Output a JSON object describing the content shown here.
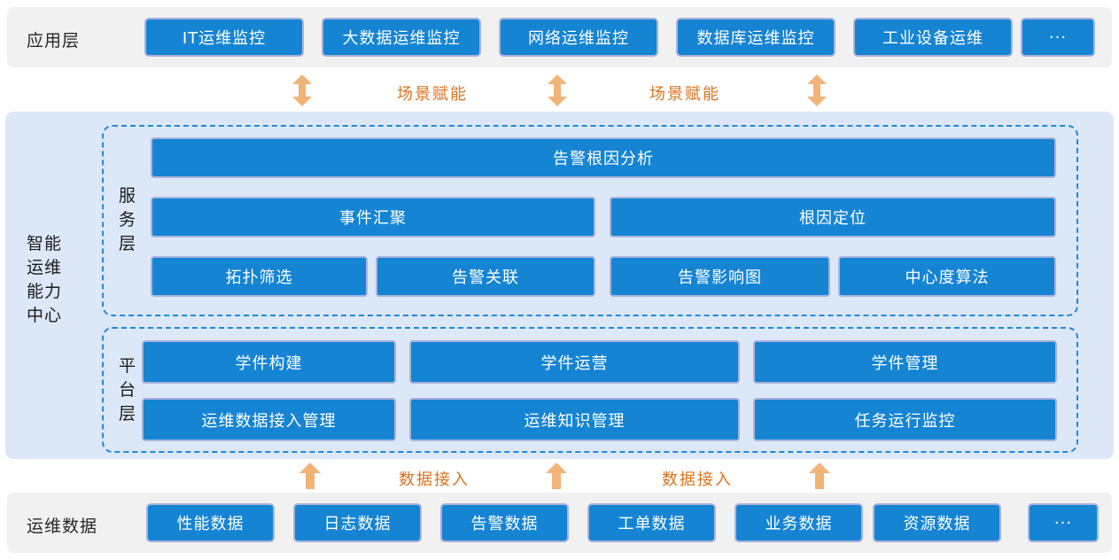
{
  "app_layer": {
    "label": "应用层",
    "items": [
      "IT运维监控",
      "大数据运维监控",
      "网络运维监控",
      "数据库运维监控",
      "工业设备运维",
      "···"
    ]
  },
  "scene_empowerment": {
    "label_left": "场景赋能",
    "label_right": "场景赋能"
  },
  "capability_center": {
    "label": "智能\n运维\n能力\n中心",
    "service_layer": {
      "label": "服\n务\n层",
      "boxes": {
        "root_cause_analysis": "告警根因分析",
        "event_aggregation": "事件汇聚",
        "root_cause_location": "根因定位",
        "topology_filter": "拓扑筛选",
        "alarm_correlation": "告警关联",
        "alarm_impact_graph": "告警影响图",
        "centrality_algorithm": "中心度算法"
      }
    },
    "platform_layer": {
      "label": "平\n台\n层",
      "boxes": {
        "learnware_build": "学件构建",
        "learnware_operation": "学件运营",
        "learnware_management": "学件管理",
        "data_access_management": "运维数据接入管理",
        "knowledge_management": "运维知识管理",
        "task_monitoring": "任务运行监控"
      }
    }
  },
  "data_access": {
    "label_left": "数据接入",
    "label_right": "数据接入"
  },
  "data_layer": {
    "label": "运维数据",
    "items": [
      "性能数据",
      "日志数据",
      "告警数据",
      "工单数据",
      "业务数据",
      "资源数据",
      "···"
    ]
  },
  "colors": {
    "box_blue": "#1584d3",
    "box_border": "#aab3dd",
    "band_gray": "#f1f1f2",
    "band_blue": "#dce8f7",
    "dashed_border": "#2089da",
    "arrow_orange": "#f2b377",
    "label_orange": "#d9731d"
  }
}
